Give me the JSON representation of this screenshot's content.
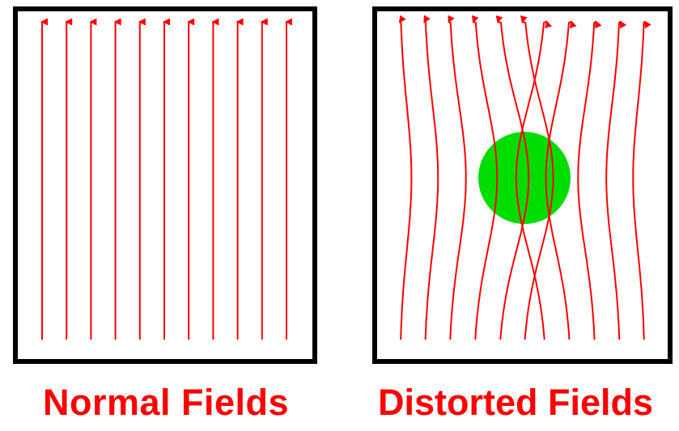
{
  "colors": {
    "field_line": "#ff0000",
    "frame": "#000000",
    "obstacle": "#00dd00",
    "background": "#ffffff",
    "caption": "#ff0000"
  },
  "panels": [
    {
      "id": "normal",
      "caption": "Normal  Fields",
      "has_obstacle": false
    },
    {
      "id": "distorted",
      "caption": "Distorted Fields",
      "has_obstacle": true
    }
  ],
  "field_lines_per_panel": 11
}
